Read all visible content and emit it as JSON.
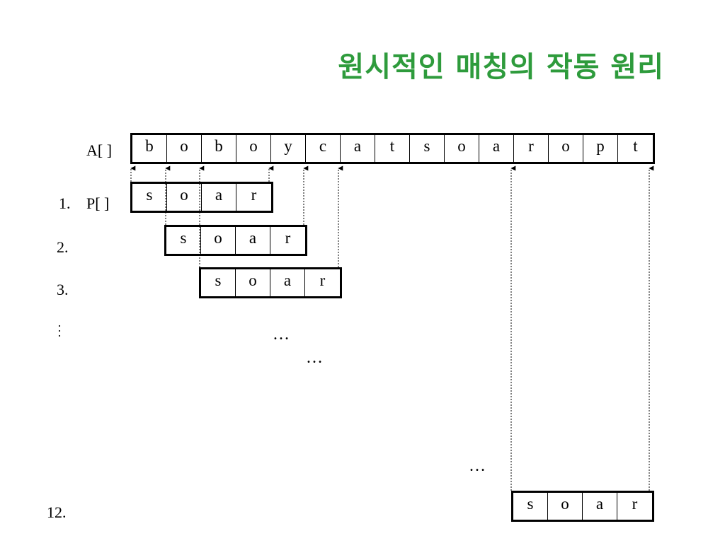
{
  "title": "원시적인 매칭의 작동 원리",
  "text_label": "A[ ]",
  "pattern_label": "P[ ]",
  "text_chars": [
    "b",
    "o",
    "b",
    "o",
    "y",
    "c",
    "a",
    "t",
    "s",
    "o",
    "a",
    "r",
    "o",
    "p",
    "t"
  ],
  "pattern_chars": [
    "s",
    "o",
    "a",
    "r"
  ],
  "steps": [
    "1.",
    "2.",
    "3.",
    "12."
  ],
  "vertical_ellipsis": "⋮",
  "ellipsis": "…"
}
